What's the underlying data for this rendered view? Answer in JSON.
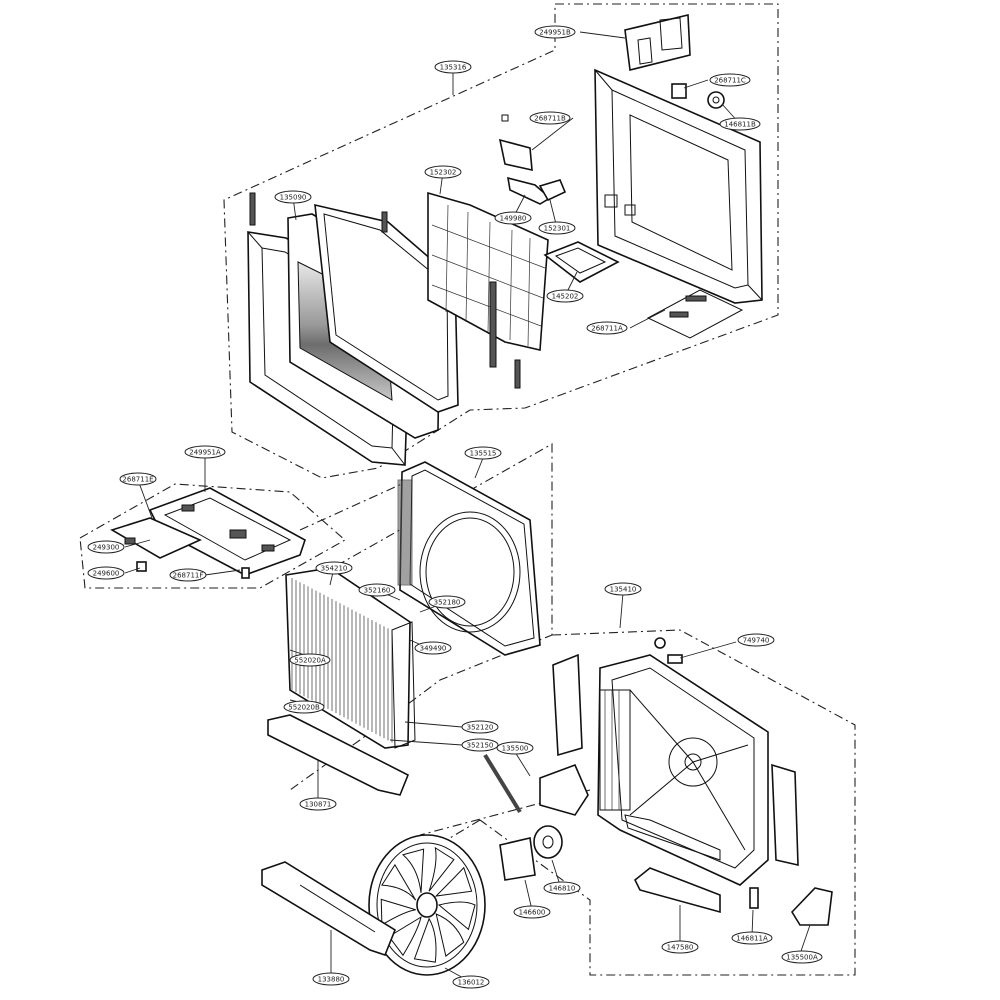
{
  "diagram": {
    "part_labels": [
      {
        "id": "lbl-249951b",
        "text": "249951B"
      },
      {
        "id": "lbl-135316",
        "text": "135316"
      },
      {
        "id": "lbl-268711c",
        "text": "268711C"
      },
      {
        "id": "lbl-268711b",
        "text": "268711B"
      },
      {
        "id": "lbl-146811b",
        "text": "146811B"
      },
      {
        "id": "lbl-152302",
        "text": "152302"
      },
      {
        "id": "lbl-135090",
        "text": "135090"
      },
      {
        "id": "lbl-149980",
        "text": "149980"
      },
      {
        "id": "lbl-152301",
        "text": "152301"
      },
      {
        "id": "lbl-145202",
        "text": "145202"
      },
      {
        "id": "lbl-268711a",
        "text": "268711A"
      },
      {
        "id": "lbl-249951a",
        "text": "249951A"
      },
      {
        "id": "lbl-268711e",
        "text": "268711E"
      },
      {
        "id": "lbl-135515",
        "text": "135515"
      },
      {
        "id": "lbl-249300",
        "text": "249300"
      },
      {
        "id": "lbl-249600",
        "text": "249600"
      },
      {
        "id": "lbl-268711f",
        "text": "268711F"
      },
      {
        "id": "lbl-354210",
        "text": "354210"
      },
      {
        "id": "lbl-352160",
        "text": "352160"
      },
      {
        "id": "lbl-352180",
        "text": "352180"
      },
      {
        "id": "lbl-349490",
        "text": "349490"
      },
      {
        "id": "lbl-135410",
        "text": "135410"
      },
      {
        "id": "lbl-749740",
        "text": "749740"
      },
      {
        "id": "lbl-552020a",
        "text": "552020A"
      },
      {
        "id": "lbl-552020b",
        "text": "552020B"
      },
      {
        "id": "lbl-352120",
        "text": "352120"
      },
      {
        "id": "lbl-352150",
        "text": "352150"
      },
      {
        "id": "lbl-135500",
        "text": "135500"
      },
      {
        "id": "lbl-130871",
        "text": "130871"
      },
      {
        "id": "lbl-146810",
        "text": "146810"
      },
      {
        "id": "lbl-146600",
        "text": "146600"
      },
      {
        "id": "lbl-147580",
        "text": "147580"
      },
      {
        "id": "lbl-146811a",
        "text": "146811A"
      },
      {
        "id": "lbl-135500a",
        "text": "135500A"
      },
      {
        "id": "lbl-133880",
        "text": "133880"
      },
      {
        "id": "lbl-136012",
        "text": "136012"
      }
    ]
  }
}
